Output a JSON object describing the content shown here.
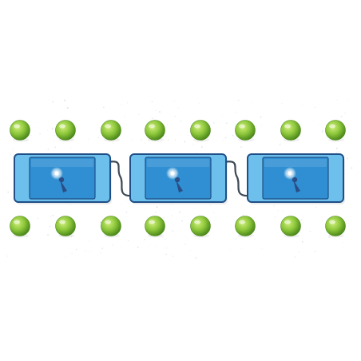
{
  "colors": {
    "background": "#ffffff",
    "speckle": "#d7dde3",
    "ball_light": "#cfee7a",
    "ball_mid": "#8cc63a",
    "ball_dark": "#4e8a1c",
    "card_outer": "#6ec0ec",
    "card_inner": "#2f8fd2",
    "card_outline": "#1f4f86",
    "connector": "#3c4a57",
    "figure": "#2a4d85",
    "light": "#ffffff"
  },
  "scene": {
    "top_row_balls": 8,
    "bottom_row_balls": 8,
    "device_count": 3,
    "ball_icon": "green-ball-icon",
    "device_icon": "blue-device-icon",
    "connector_icon": "cable-icon"
  }
}
